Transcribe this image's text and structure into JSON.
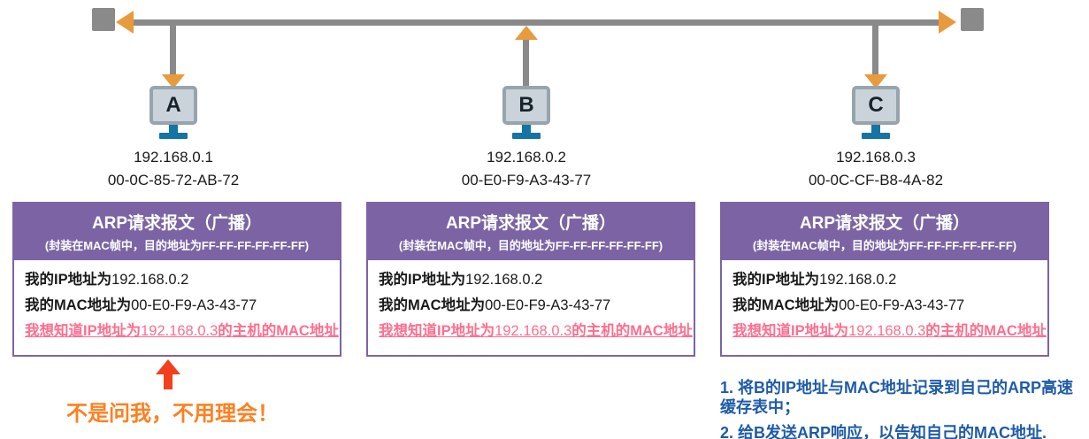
{
  "diagram": {
    "hosts": [
      {
        "name": "A",
        "ip": "192.168.0.1",
        "mac": "00-0C-85-72-AB-72"
      },
      {
        "name": "B",
        "ip": "192.168.0.2",
        "mac": "00-E0-F9-A3-43-77"
      },
      {
        "name": "C",
        "ip": "192.168.0.3",
        "mac": "00-0C-CF-B8-4A-82"
      }
    ],
    "packets": [
      {
        "title": "ARP请求报文（广播）",
        "subtitle": "(封装在MAC帧中，目的地址为FF-FF-FF-FF-FF-FF)",
        "line1_label": "我的IP地址为",
        "line1_value": "192.168.0.2",
        "line2_label": "我的MAC地址为",
        "line2_value": "00-E0-F9-A3-43-77",
        "question_prefix": "我想知道IP地址为",
        "question_ip": "192.168.0.3",
        "question_suffix": "的主机的MAC地址"
      },
      {
        "title": "ARP请求报文（广播）",
        "subtitle": "(封装在MAC帧中，目的地址为FF-FF-FF-FF-FF-FF)",
        "line1_label": "我的IP地址为",
        "line1_value": "192.168.0.2",
        "line2_label": "我的MAC地址为",
        "line2_value": "00-E0-F9-A3-43-77",
        "question_prefix": "我想知道IP地址为",
        "question_ip": "192.168.0.3",
        "question_suffix": "的主机的MAC地址"
      },
      {
        "title": "ARP请求报文（广播）",
        "subtitle": "(封装在MAC帧中，目的地址为FF-FF-FF-FF-FF-FF)",
        "line1_label": "我的IP地址为",
        "line1_value": "192.168.0.2",
        "line2_label": "我的MAC地址为",
        "line2_value": "00-E0-F9-A3-43-77",
        "question_prefix": "我想知道IP地址为",
        "question_ip": "192.168.0.3",
        "question_suffix": "的主机的MAC地址"
      }
    ],
    "annotations": {
      "ignore_note": "不是问我，不用理会！",
      "host_c_steps": [
        "1. 将B的IP地址与MAC地址记录到自己的ARP高速缓存表中；",
        "2. 给B发送ARP响应，以告知自己的MAC地址."
      ]
    },
    "colors": {
      "purple": "#7C64A4",
      "pink": "#FF6E8E",
      "blue": "#1E5BA9",
      "orange_text": "#FF7F1F",
      "red_arrow": "#F2401D",
      "connector_orange": "#E89B3C",
      "line_gray": "#8A8A8A",
      "monitor_teal": "#1474A4"
    }
  }
}
